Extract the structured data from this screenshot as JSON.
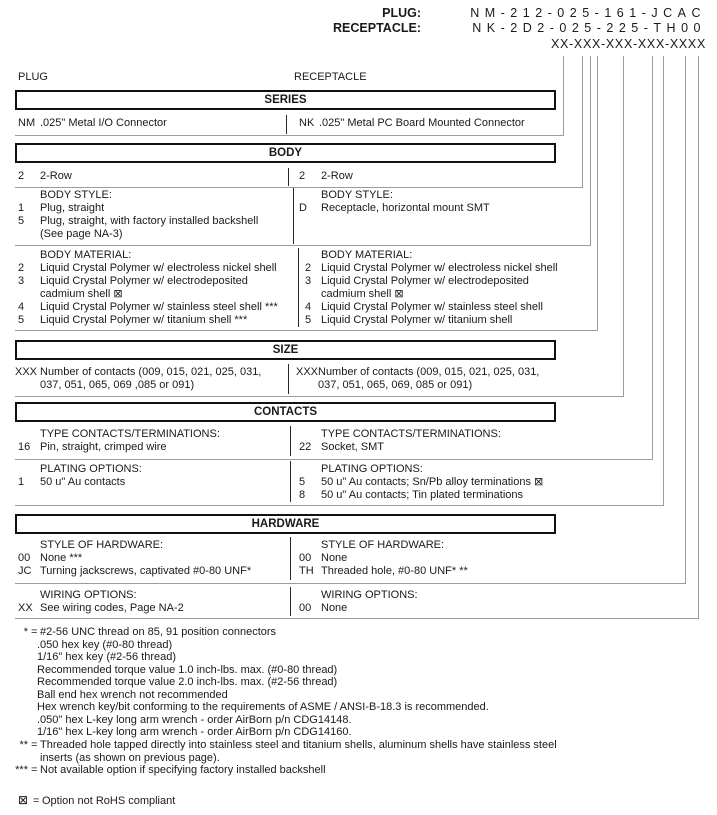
{
  "header": {
    "plug_label": "PLUG:",
    "plug_value": "NM-212-025-161-JCAC",
    "receptacle_label": "RECEPTACLE:",
    "receptacle_value": "NK-2D2-025-225-TH00",
    "pattern": "XX-XXX-XXX-XXX-XXXX"
  },
  "columns": {
    "left": "PLUG",
    "right": "RECEPTACLE"
  },
  "series": {
    "title": "SERIES",
    "left": {
      "code": "NM",
      "desc": ".025\" Metal I/O Connector"
    },
    "right": {
      "code": "NK",
      "desc": ".025\" Metal PC Board Mounted Connector"
    }
  },
  "body": {
    "title": "BODY",
    "row": {
      "left_code": "2",
      "left_desc": "2-Row",
      "right_code": "2",
      "right_desc": "2-Row"
    },
    "style": {
      "left_header": "BODY STYLE:",
      "right_header": "BODY STYLE:",
      "left_rows": [
        {
          "code": "1",
          "desc": "Plug, straight"
        },
        {
          "code": "5",
          "desc": "Plug, straight, with factory installed backshell\n(See page NA-3)"
        }
      ],
      "right_rows": [
        {
          "code": "D",
          "desc": "Receptacle, horizontal mount SMT"
        }
      ]
    },
    "material": {
      "left_header": "BODY MATERIAL:",
      "right_header": "BODY MATERIAL:",
      "left_rows": [
        {
          "code": "2",
          "desc": "Liquid Crystal Polymer w/ electroless nickel shell"
        },
        {
          "code": "3",
          "desc": "Liquid Crystal Polymer w/ electrodeposited\ncadmium shell  ⊠"
        },
        {
          "code": "4",
          "desc": "Liquid Crystal Polymer w/ stainless steel shell ***"
        },
        {
          "code": "5",
          "desc": "Liquid Crystal Polymer w/ titanium shell ***"
        }
      ],
      "right_rows": [
        {
          "code": "2",
          "desc": "Liquid Crystal Polymer w/ electroless nickel shell"
        },
        {
          "code": "3",
          "desc": "Liquid Crystal Polymer w/ electrodeposited\ncadmium shell  ⊠"
        },
        {
          "code": "4",
          "desc": "Liquid Crystal Polymer w/ stainless steel shell"
        },
        {
          "code": "5",
          "desc": "Liquid Crystal Polymer w/ titanium shell"
        }
      ]
    }
  },
  "size": {
    "title": "SIZE",
    "left": {
      "code": "XXX",
      "desc": "Number of contacts (009, 015, 021, 025, 031,\n037, 051, 065, 069 ,085 or 091)"
    },
    "right": {
      "code": "XXX",
      "desc": "Number of contacts (009, 015, 021, 025, 031,\n037, 051, 065, 069, 085 or 091)"
    }
  },
  "contacts": {
    "title": "CONTACTS",
    "type": {
      "left_header": "TYPE CONTACTS/TERMINATIONS:",
      "right_header": "TYPE CONTACTS/TERMINATIONS:",
      "left_rows": [
        {
          "code": "16",
          "desc": "Pin, straight, crimped wire"
        }
      ],
      "right_rows": [
        {
          "code": "22",
          "desc": "Socket, SMT"
        }
      ]
    },
    "plating": {
      "left_header": "PLATING OPTIONS:",
      "right_header": "PLATING OPTIONS:",
      "left_rows": [
        {
          "code": "1",
          "desc": "50 u\" Au contacts"
        }
      ],
      "right_rows": [
        {
          "code": "5",
          "desc": "50 u\" Au contacts; Sn/Pb alloy terminations  ⊠"
        },
        {
          "code": "8",
          "desc": "50 u\" Au contacts; Tin plated terminations"
        }
      ]
    }
  },
  "hardware": {
    "title": "HARDWARE",
    "style": {
      "left_header": "STYLE OF HARDWARE:",
      "right_header": "STYLE OF HARDWARE:",
      "left_rows": [
        {
          "code": "00",
          "desc": "None  ***"
        },
        {
          "code": "JC",
          "desc": "Turning jackscrews, captivated #0-80 UNF*"
        }
      ],
      "right_rows": [
        {
          "code": "00",
          "desc": "None"
        },
        {
          "code": "TH",
          "desc": "Threaded hole, #0-80 UNF*  **"
        }
      ]
    },
    "wiring": {
      "left_header": "WIRING OPTIONS:",
      "right_header": "WIRING OPTIONS:",
      "left_rows": [
        {
          "code": "XX",
          "desc": "See wiring codes, Page NA-2"
        }
      ],
      "right_rows": [
        {
          "code": "00",
          "desc": "None"
        }
      ]
    }
  },
  "footnotes": {
    "eq": "=",
    "star_marker": "*",
    "star_text": "#2-56 UNC thread on 85, 91 position connectors",
    "star_lines": [
      ".050 hex key (#0-80 thread)",
      "1/16\" hex key (#2-56 thread)",
      "Recommended torque value 1.0 inch-lbs. max. (#0-80 thread)",
      "Recommended torque value 2.0 inch-lbs. max. (#2-56 thread)",
      "Ball end hex wrench not recommended",
      "Hex wrench key/bit conforming to the requirements of ASME / ANSI-B-18.3 is recommended.",
      ".050\" hex L-key long arm wrench - order AirBorn p/n CDG14148.",
      "1/16\" hex L-key long arm wrench - order AirBorn p/n CDG14160."
    ],
    "dstar_marker": "**",
    "dstar_text": "Threaded hole tapped directly into stainless steel and titanium shells, aluminum shells have stainless steel\ninserts (as shown on previous page).",
    "tstar_marker": "***",
    "tstar_text": "Not available option if specifying factory installed backshell",
    "rohs_marker": "⊠",
    "rohs_text": "Option not RoHS compliant"
  }
}
